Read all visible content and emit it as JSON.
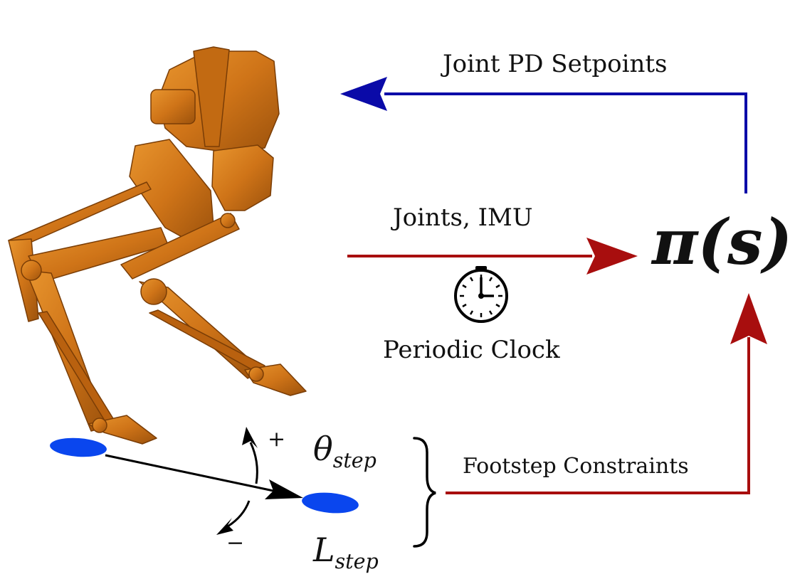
{
  "labels": {
    "joint_pd_setpoints": "Joint PD Setpoints",
    "joints_imu": "Joints, IMU",
    "periodic_clock": "Periodic Clock",
    "footstep_constraints": "Footstep Constraints",
    "policy": "π(s)",
    "plus": "+",
    "minus": "−",
    "theta_base": "θ",
    "theta_sub": "step",
    "l_base": "L",
    "l_sub": "step"
  },
  "icons": {
    "robot": "bipedal-robot-icon",
    "clock": "clock-icon",
    "footprint": "footprint-icon"
  },
  "colors": {
    "blue_arrow": "#0a0aa8",
    "red_arrow": "#a80e0e",
    "robot": "#d2781e",
    "footprint": "#0a46ee"
  }
}
